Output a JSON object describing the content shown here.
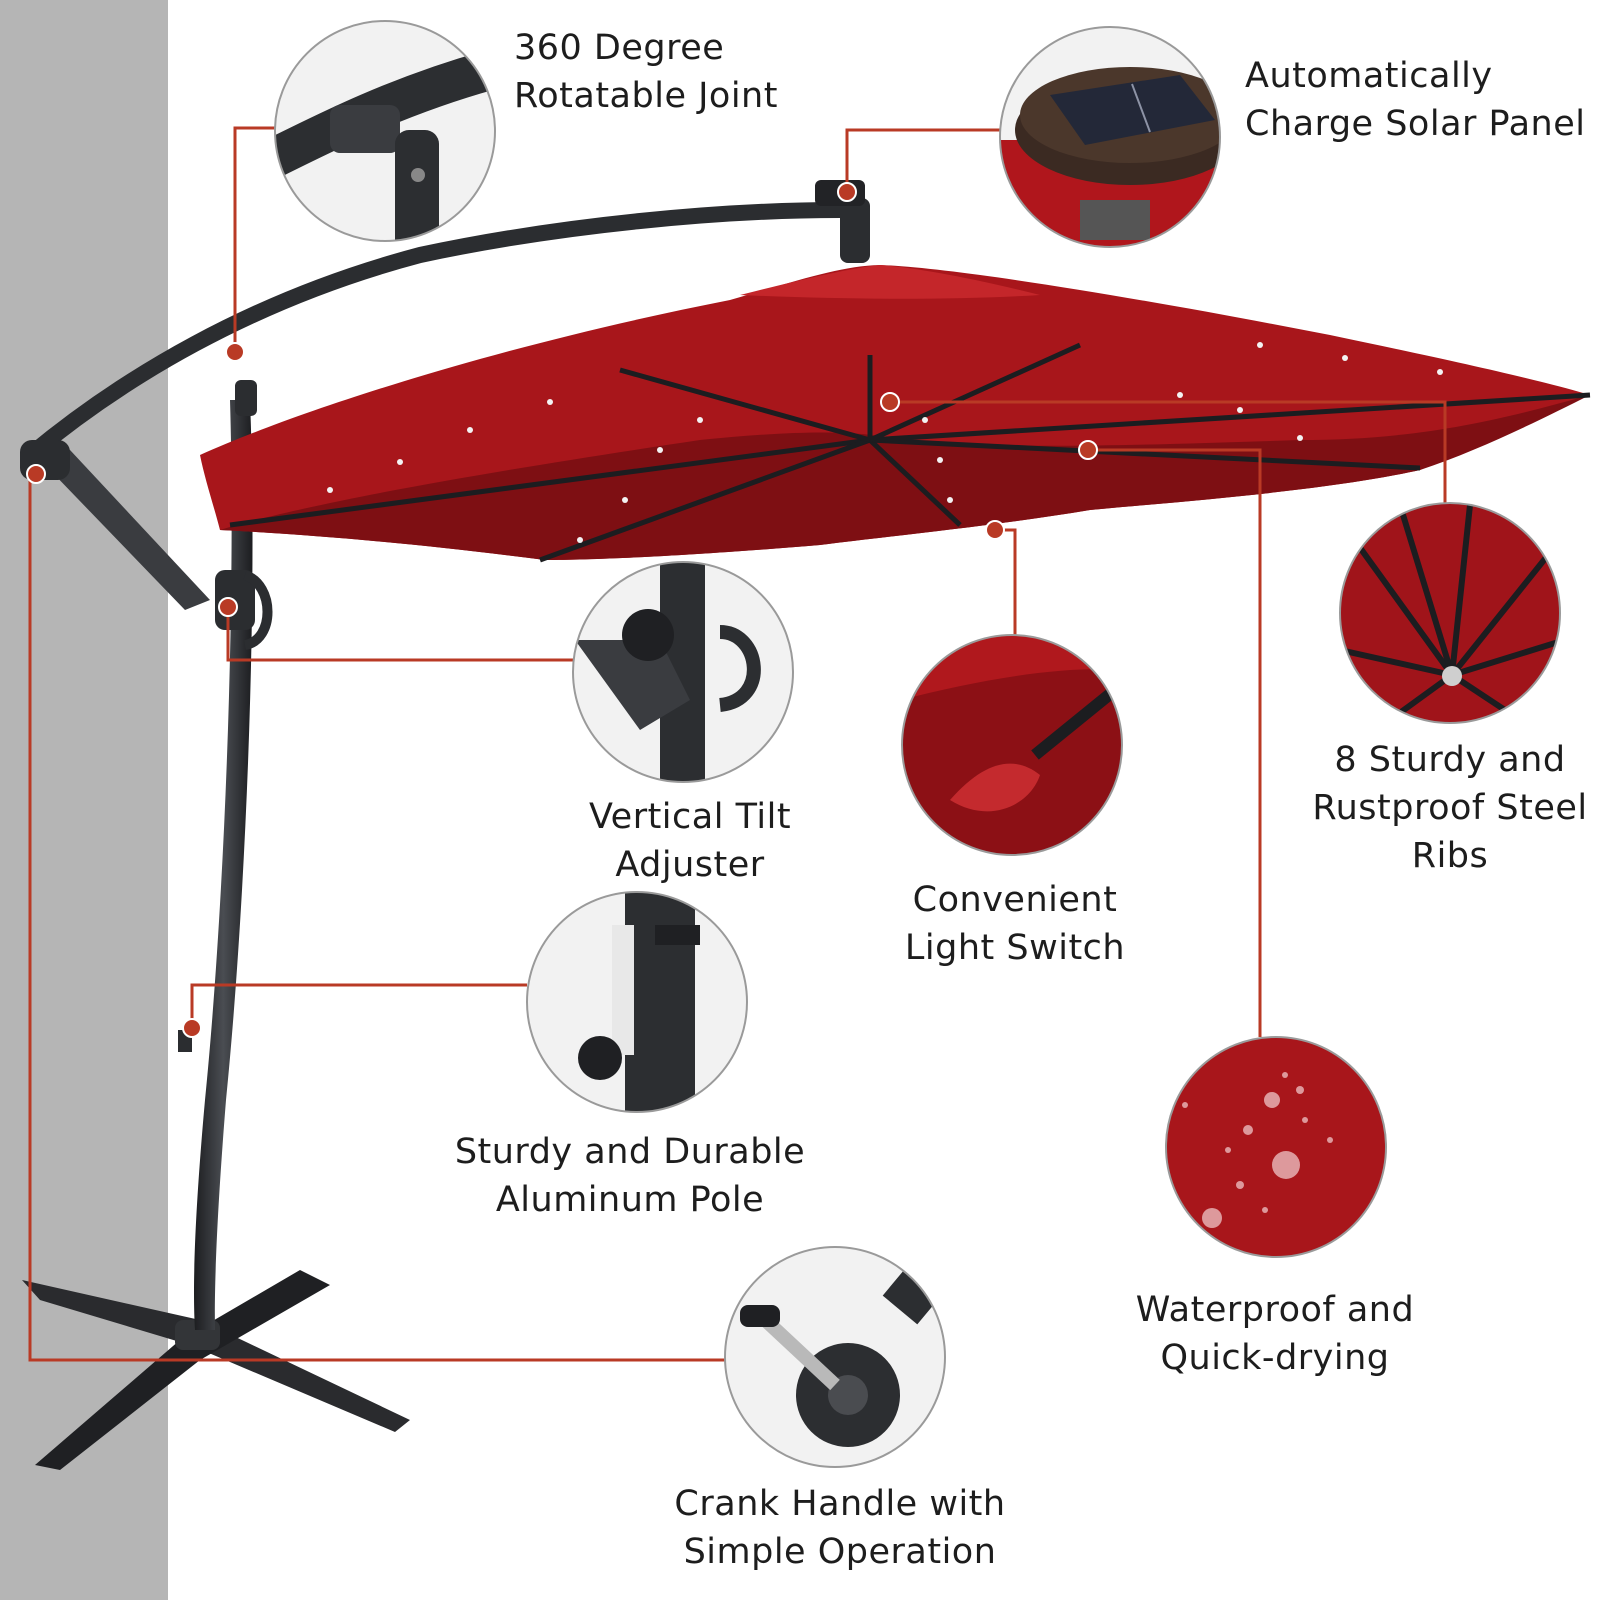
{
  "colors": {
    "canopy": "#a8161b",
    "canopy_dark": "#7e0f13",
    "canopy_light": "#c4262a",
    "leader": "#b93a25",
    "frame": "#2b2d30",
    "wall": "#b5b5b5",
    "ring": "#9a9a9a"
  },
  "callouts": [
    {
      "id": "joint",
      "lines": [
        "360 Degree",
        "Rotatable Joint"
      ],
      "icon": "rotatable-joint-closeup"
    },
    {
      "id": "solar",
      "lines": [
        "Automatically",
        "Charge Solar Panel"
      ],
      "icon": "solar-panel-closeup"
    },
    {
      "id": "ribs",
      "lines": [
        "8 Sturdy and",
        "Rustproof Steel",
        "Ribs"
      ],
      "icon": "steel-ribs-closeup"
    },
    {
      "id": "tilt",
      "lines": [
        "Vertical Tilt",
        "Adjuster"
      ],
      "icon": "tilt-knob-closeup"
    },
    {
      "id": "switch",
      "lines": [
        "Convenient",
        "Light Switch"
      ],
      "icon": "light-switch-closeup"
    },
    {
      "id": "pole",
      "lines": [
        "Sturdy and Durable",
        "Aluminum Pole"
      ],
      "icon": "pole-clamp-closeup"
    },
    {
      "id": "waterproof",
      "lines": [
        "Waterproof and",
        "Quick-drying"
      ],
      "icon": "water-droplets-closeup"
    },
    {
      "id": "crank",
      "lines": [
        "Crank Handle with",
        "Simple Operation"
      ],
      "icon": "crank-handle-closeup"
    }
  ]
}
